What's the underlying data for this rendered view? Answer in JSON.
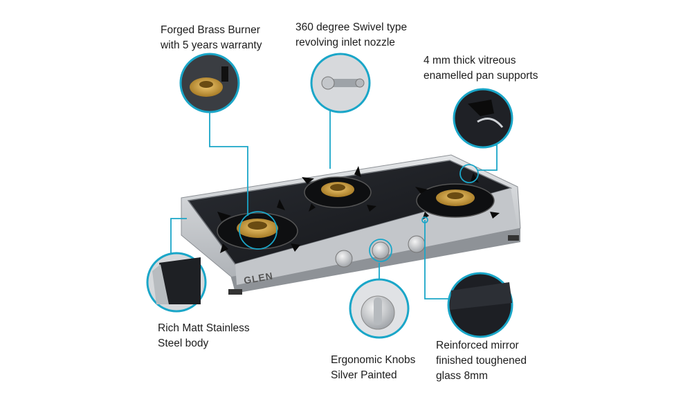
{
  "brand": {
    "logo_text": "GLEN"
  },
  "callouts": [
    {
      "id": "burner",
      "lines": [
        "Forged Brass Burner",
        "with 5 years warranty"
      ]
    },
    {
      "id": "nozzle",
      "lines": [
        "360 degree Swivel type",
        "revolving inlet nozzle"
      ]
    },
    {
      "id": "pan-supports",
      "lines": [
        "4 mm thick vitreous",
        "enamelled pan supports"
      ]
    },
    {
      "id": "body",
      "lines": [
        "Rich Matt Stainless",
        "Steel body"
      ]
    },
    {
      "id": "knobs",
      "lines": [
        "Ergonomic Knobs",
        "Silver Painted"
      ]
    },
    {
      "id": "glass",
      "lines": [
        "Reinforced mirror",
        "finished toughened",
        "glass 8mm"
      ]
    }
  ],
  "colors": {
    "accent": "#1aa6c8",
    "glass": "#1b1d22",
    "steel": "#c9ccd0",
    "brass": "#c89a3c"
  }
}
